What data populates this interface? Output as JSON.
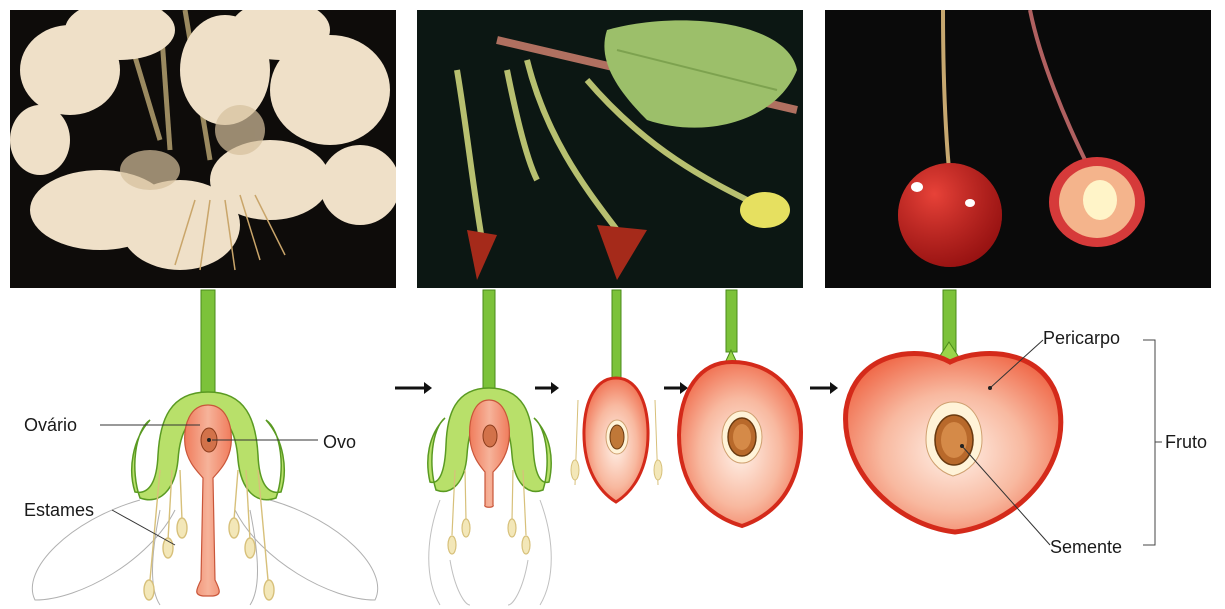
{
  "labels": {
    "ovario": "Ovário",
    "ovo": "Ovo",
    "estames": "Estames",
    "pericarpo": "Pericarpo",
    "fruto": "Fruto",
    "semente": "Semente"
  },
  "photos": [
    {
      "name": "cherry-blossom-photo"
    },
    {
      "name": "cherry-fruit-set-photo"
    },
    {
      "name": "ripe-cherry-photo"
    }
  ],
  "colors": {
    "stem_green": "#7cc23a",
    "ovary_pink": "#f29a7a",
    "fruit_red": "#e0302a",
    "seed_brown": "#b5651d",
    "stamen_yellow": "#ead9a0"
  }
}
